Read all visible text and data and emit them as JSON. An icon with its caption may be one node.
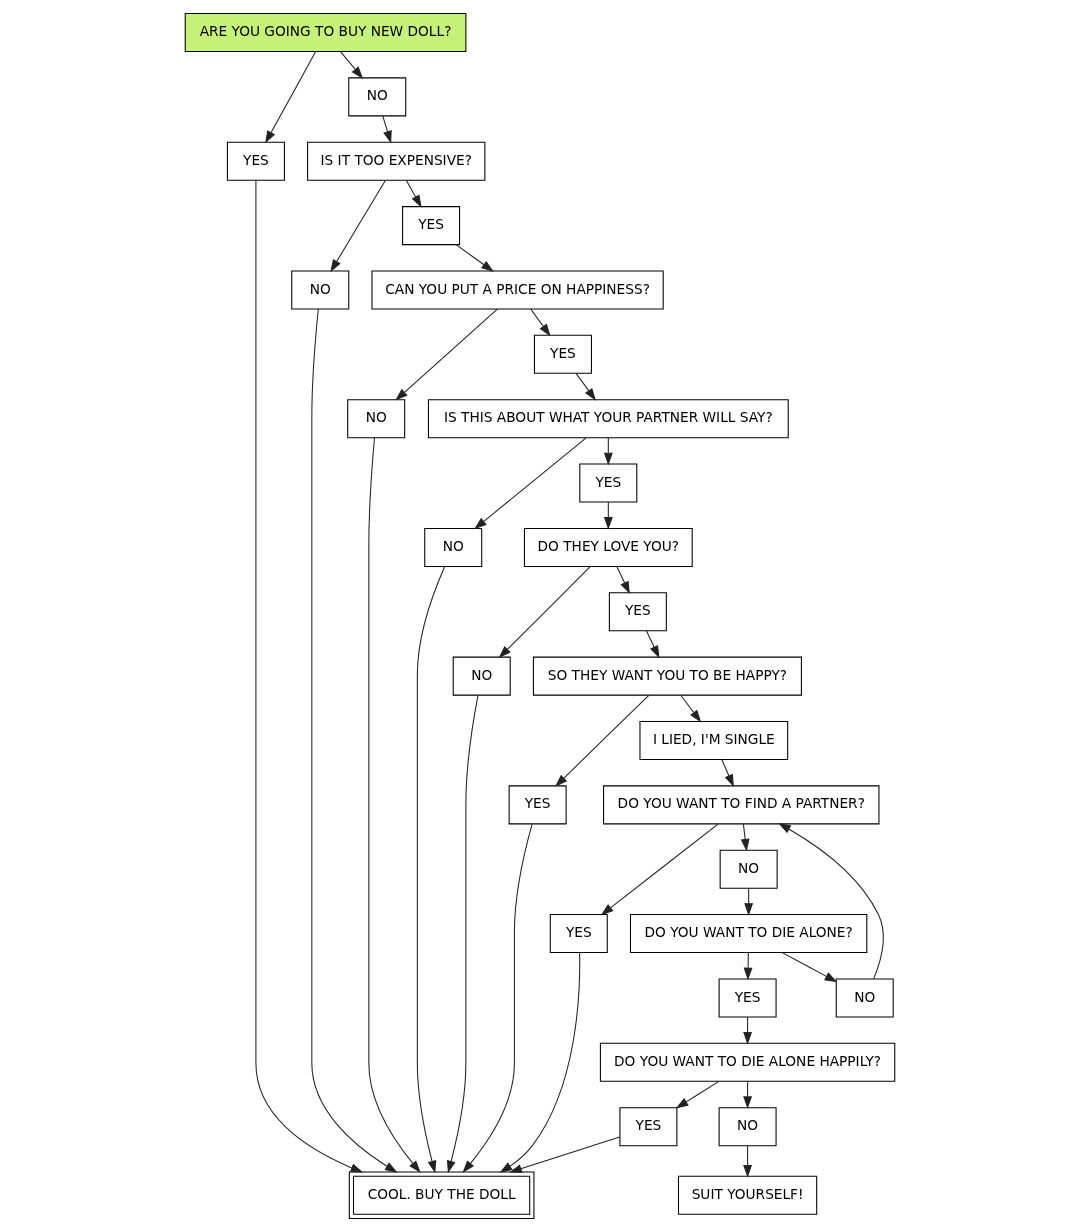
{
  "diagram": {
    "nodes": [
      {
        "text": [
          "ARE YOU GOING TO BUY NEW DOLL?"
        ]
      },
      {
        "text": [
          "NO"
        ]
      },
      {
        "text": [
          "YES"
        ]
      },
      {
        "text": [
          "IS IT TOO EXPENSIVE?"
        ]
      },
      {
        "text": [
          "YES"
        ]
      },
      {
        "text": [
          "NO"
        ]
      },
      {
        "text": [
          "CAN YOU PUT A PRICE ON HAPPINESS?"
        ]
      },
      {
        "text": [
          "YES"
        ]
      },
      {
        "text": [
          "NO"
        ]
      },
      {
        "text": [
          "IS THIS ABOUT WHAT YOUR PARTNER WILL SAY?"
        ]
      },
      {
        "text": [
          "YES"
        ]
      },
      {
        "text": [
          "NO"
        ]
      },
      {
        "text": [
          "DO THEY LOVE YOU?"
        ]
      },
      {
        "text": [
          "NO"
        ]
      },
      {
        "text": [
          "YES"
        ]
      },
      {
        "text": [
          "SO THEY WANT YOU TO BE HAPPY?"
        ]
      },
      {
        "text": [
          "YES"
        ]
      },
      {
        "text": [
          "I LIED, I'M SINGLE"
        ]
      },
      {
        "text": [
          "DO YOU WANT TO FIND A PARTNER?"
        ]
      },
      {
        "text": [
          "YES"
        ]
      },
      {
        "text": [
          "NO"
        ]
      },
      {
        "text": [
          "NO"
        ]
      },
      {
        "text": [
          "DO YOU WANT TO DIE ALONE?"
        ]
      },
      {
        "text": [
          "YES"
        ]
      },
      {
        "text": [
          "DO YOU WANT TO DIE ALONE HAPPILY?"
        ]
      },
      {
        "text": [
          "NO"
        ]
      },
      {
        "text": [
          "SUIT YOURSELF!"
        ]
      },
      {
        "text": [
          "YES"
        ]
      },
      {
        "text": [
          "COOL. BUY THE DOLL"
        ]
      }
    ],
    "edges": [
      {
        "from": 0,
        "to": 1,
        "arrow": "to"
      },
      {
        "from": 0,
        "to": 2,
        "arrow": "to"
      },
      {
        "from": 1,
        "to": 3,
        "arrow": "to"
      },
      {
        "from": 3,
        "to": 4,
        "arrow": "to"
      },
      {
        "from": 3,
        "to": 5,
        "arrow": "to"
      },
      {
        "from": 2,
        "to": 28,
        "arrow": "to"
      },
      {
        "from": 5,
        "to": 28,
        "arrow": "to"
      },
      {
        "from": 4,
        "to": 6,
        "arrow": "to"
      },
      {
        "from": 6,
        "to": 7,
        "arrow": "to"
      },
      {
        "from": 6,
        "to": 8,
        "arrow": "to"
      },
      {
        "from": 8,
        "to": 28,
        "arrow": "to"
      },
      {
        "from": 7,
        "to": 9,
        "arrow": "to"
      },
      {
        "from": 9,
        "to": 10,
        "arrow": "to"
      },
      {
        "from": 9,
        "to": 11,
        "arrow": "to"
      },
      {
        "from": 11,
        "to": 28,
        "arrow": "to"
      },
      {
        "from": 10,
        "to": 12,
        "arrow": "to"
      },
      {
        "from": 12,
        "to": 13,
        "arrow": "to"
      },
      {
        "from": 12,
        "to": 14,
        "arrow": "to"
      },
      {
        "from": 13,
        "to": 28,
        "arrow": "to"
      },
      {
        "from": 14,
        "to": 15,
        "arrow": "to"
      },
      {
        "from": 15,
        "to": 16,
        "arrow": "to"
      },
      {
        "from": 16,
        "to": 28,
        "arrow": "to"
      },
      {
        "from": 15,
        "to": 17,
        "arrow": "to"
      },
      {
        "from": 17,
        "to": 18,
        "arrow": "to"
      },
      {
        "from": 18,
        "to": 19,
        "arrow": "to"
      },
      {
        "from": 19,
        "to": 28,
        "arrow": "to"
      },
      {
        "from": 22,
        "to": 20,
        "arrow": "to"
      },
      {
        "from": 20,
        "to": 18,
        "arrow": "to"
      },
      {
        "from": 18,
        "to": 21,
        "arrow": "to"
      },
      {
        "from": 21,
        "to": 22,
        "arrow": "to"
      },
      {
        "from": 22,
        "to": 23,
        "arrow": "to"
      },
      {
        "from": 23,
        "to": 24,
        "arrow": "to"
      },
      {
        "from": 24,
        "to": 25,
        "arrow": "to"
      },
      {
        "from": 25,
        "to": 26,
        "arrow": "to"
      },
      {
        "from": 24,
        "to": 27,
        "arrow": "to"
      },
      {
        "from": 27,
        "to": 28,
        "arrow": "to"
      }
    ]
  }
}
